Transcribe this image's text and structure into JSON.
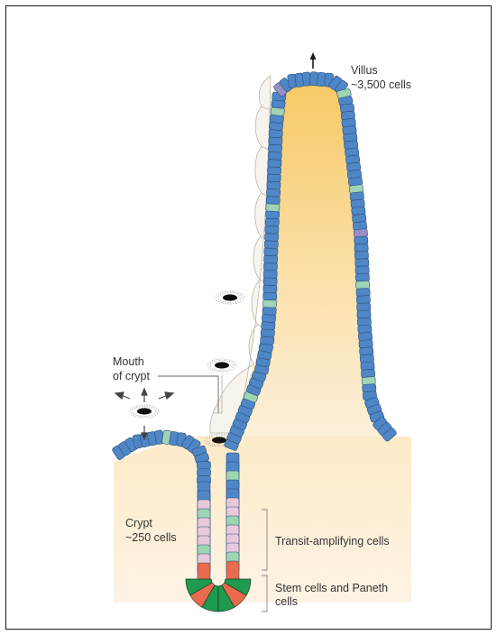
{
  "labels": {
    "villus_title": "Villus",
    "villus_count": "~3,500 cells",
    "mouth_line1": "Mouth",
    "mouth_line2": "of crypt",
    "crypt_title": "Crypt",
    "crypt_count": "~250 cells",
    "transit": "Transit-amplifying cells",
    "stem_line1": "Stem cells and Paneth",
    "stem_line2": "cells"
  },
  "colors": {
    "enterocyte": "#4e86c6",
    "goblet": "#9fd4b4",
    "enteroendocrine": "#9a8ec6",
    "transit_amplifying": "#eac8dc",
    "stem": "#1f9a4e",
    "paneth": "#e96a4c",
    "tissue_top": "#f7c865",
    "tissue_bottom": "#fdf0da",
    "epithelium_shadow": "#f4f2e9"
  },
  "icons": [
    "up-arrow-icon",
    "crypt-opening-icon",
    "four-way-arrows-icon"
  ]
}
